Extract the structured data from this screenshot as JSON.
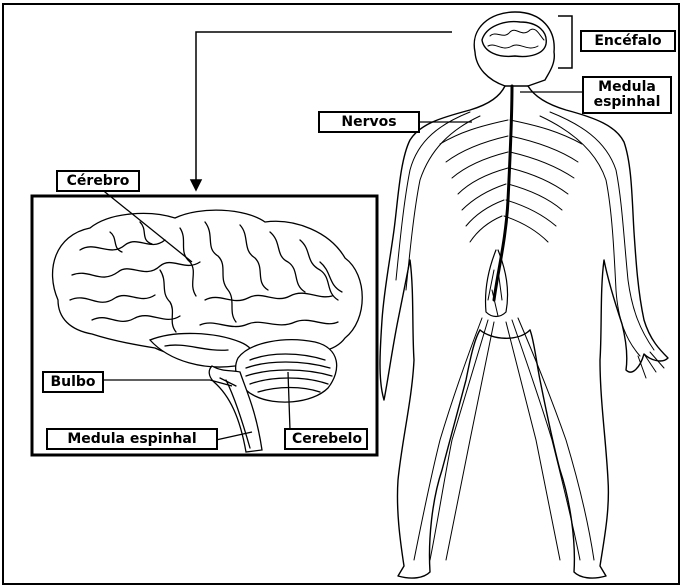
{
  "labels": {
    "encefalo": "Encéfalo",
    "medula_top_line1": "Medula",
    "medula_top_line2": "espinhal",
    "nervos": "Nervos",
    "cerebro": "Cérebro",
    "bulbo": "Bulbo",
    "medula_espinhal": "Medula espinhal",
    "cerebelo": "Cerebelo"
  },
  "colors": {
    "ink": "#000000",
    "background": "#ffffff"
  }
}
